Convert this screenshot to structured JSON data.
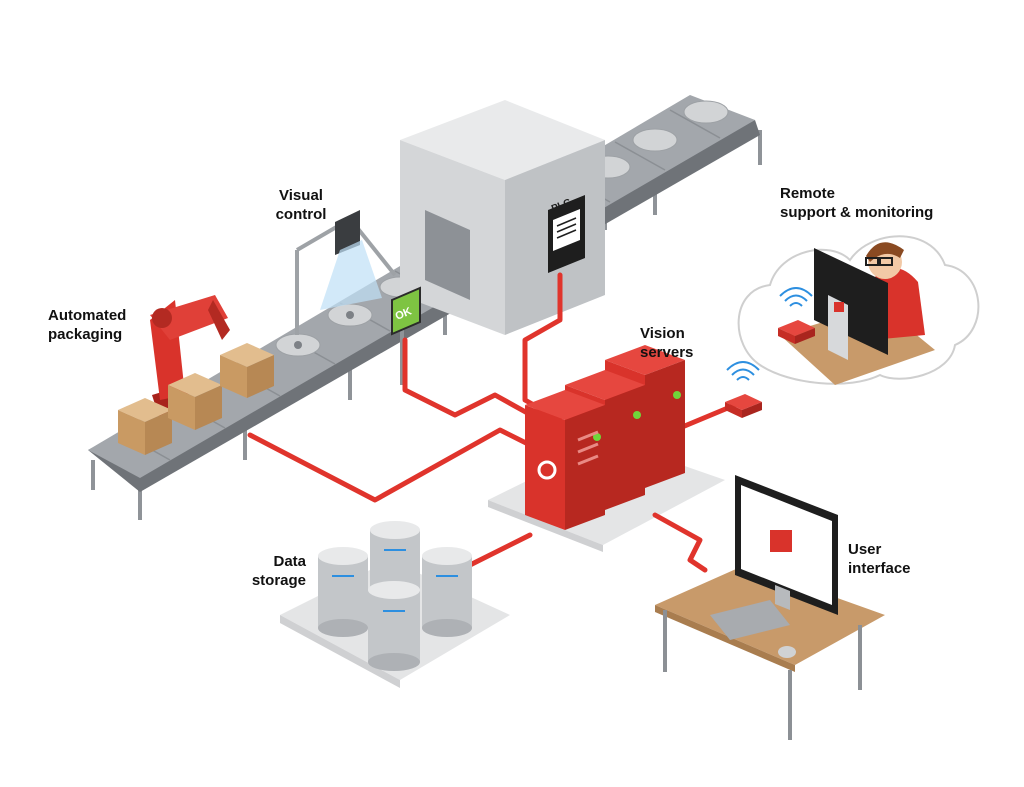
{
  "labels": {
    "visual_control": [
      "Visual",
      "control"
    ],
    "automated_packaging": [
      "Automated",
      "packaging"
    ],
    "plc": "PLC",
    "ok": "OK",
    "vision_servers": [
      "Vision",
      "servers"
    ],
    "remote_support": [
      "Remote",
      "support & monitoring"
    ],
    "data_storage": [
      "Data",
      "storage"
    ],
    "user_interface": [
      "User",
      "interface"
    ]
  },
  "colors": {
    "accent_red": "#d9332b",
    "cable_red": "#e0342c",
    "conveyor_gray": "#9a9ea3",
    "status_green": "#6fd63a",
    "desk_wood": "#c89a6a",
    "wifi_blue": "#2d8fe0"
  },
  "icons": [
    "camera-icon",
    "robot-arm-icon",
    "plc-unit-icon",
    "ok-indicator-icon",
    "server-icon",
    "router-icon",
    "database-icon",
    "monitor-icon",
    "keyboard-icon",
    "mouse-icon",
    "operator-avatar-icon",
    "wifi-icon"
  ]
}
